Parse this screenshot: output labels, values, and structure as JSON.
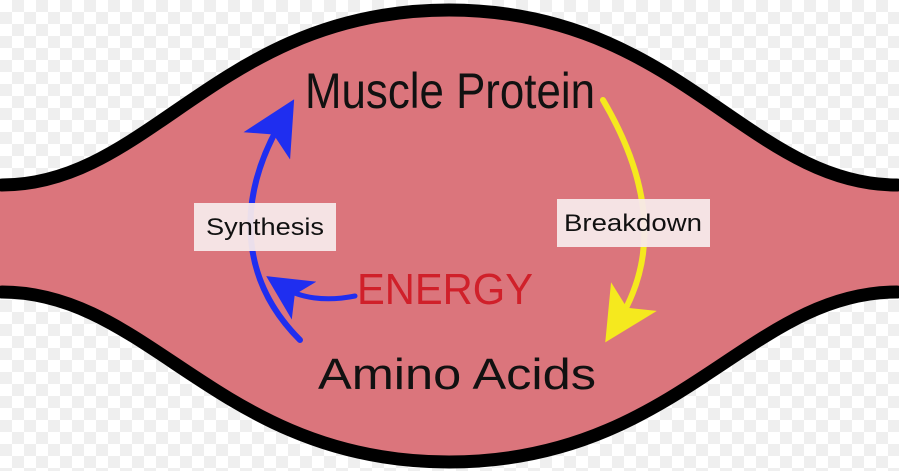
{
  "diagram": {
    "nodes": {
      "top": "Muscle Protein",
      "bottom": "Amino Acids",
      "energy": "ENERGY"
    },
    "edges": {
      "synthesis": "Synthesis",
      "breakdown": "Breakdown"
    }
  },
  "colors": {
    "muscle_fill": "#db757c",
    "outline": "#000000",
    "synthesis_arrow": "#1f2ef0",
    "breakdown_arrow": "#f5e91e",
    "energy_text": "#d0202a",
    "label_box": "#f7e9ea",
    "node_text": "#111111"
  },
  "icons": {
    "synthesis": "arrow-up-curved-icon",
    "energy_input": "arrow-left-curved-icon",
    "breakdown": "arrow-down-curved-icon"
  }
}
